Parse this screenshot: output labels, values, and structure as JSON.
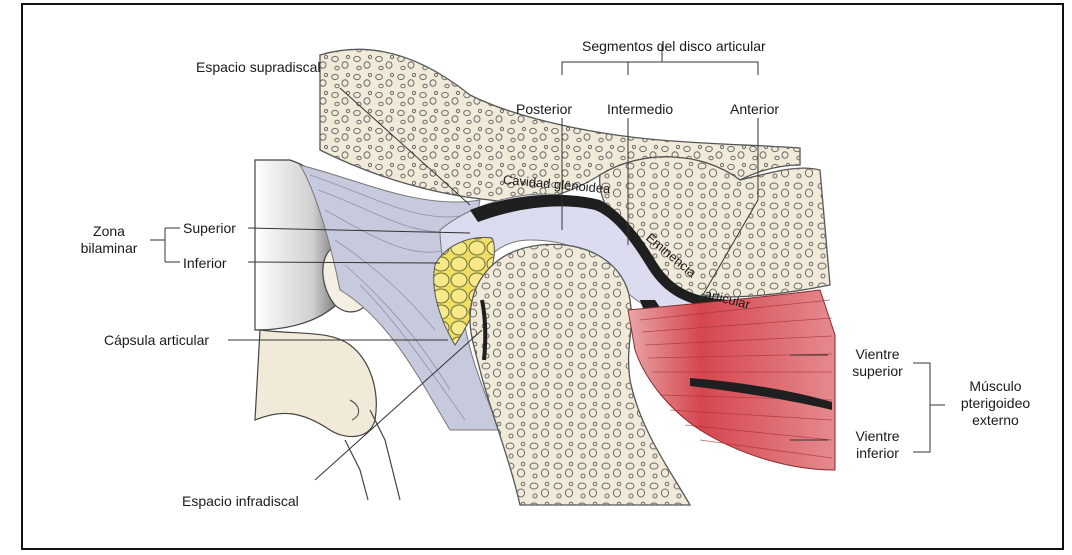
{
  "diagram": {
    "labels": {
      "segments_header": "Segmentos del disco articular",
      "posterior": "Posterior",
      "intermediate": "Intermedio",
      "anterior": "Anterior",
      "supradiscal": "Espacio supradiscal",
      "glenoid_cavity": "Cavidad glenoidea",
      "eminence": "Eminencia",
      "articular": "articular",
      "bilaminar_zone": "Zona bilaminar",
      "superior": "Superior",
      "inferior": "Inferior",
      "capsule": "Cápsula articular",
      "infradiscal": "Espacio infradiscal",
      "upper_belly": "Vientre superior",
      "lower_belly": "Vientre inferior",
      "muscle": "Músculo pterigoideo externo"
    },
    "colors": {
      "bone": "#f1ead8",
      "bone_outline": "#5a5a5a",
      "disc": "#2a2a2a",
      "synovial": "#dcdcf0",
      "fat": "#f2df6a",
      "muscle": "#d94b55",
      "tissue": "#b7b9cf"
    }
  }
}
